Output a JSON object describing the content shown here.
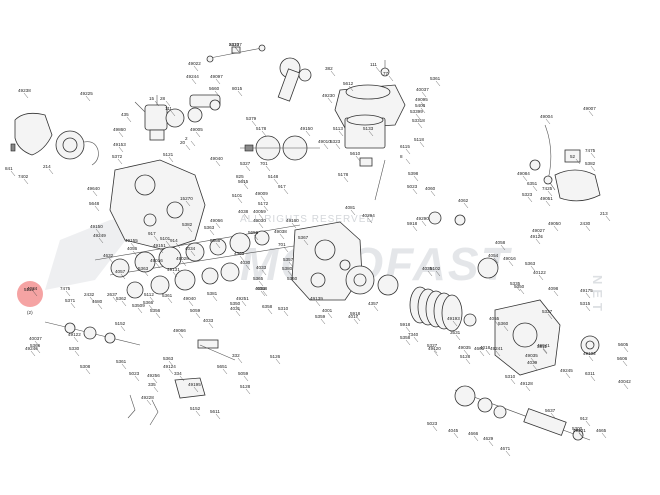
{
  "watermark": {
    "brand": "MOTOFAST",
    "suffix": "NET",
    "rights": "ALL RIGHTS RESERVED"
  },
  "highlight": {
    "label": "5112",
    "sub": "(2)",
    "color": "#f28c8c"
  },
  "labels": [
    "24107",
    "49022",
    "382",
    "111",
    "77",
    "5361",
    "49244",
    "49097",
    "5660",
    "8015",
    "5612",
    "40037",
    "49095",
    "49238",
    "49225",
    "15",
    "28",
    "111",
    "49230",
    "5400",
    "53399",
    "53318",
    "49007",
    "435",
    "5379",
    "5178",
    "49150",
    "5113",
    "5133",
    "5118",
    "49004",
    "49860",
    "49010",
    "49005",
    "49153",
    "5372",
    "2",
    "20",
    "5323",
    "6115",
    "5121",
    "8",
    "7475",
    "5327",
    "701",
    "5610",
    "52",
    "5382",
    "841",
    "7402",
    "214",
    "49040",
    "825",
    "5615",
    "5148",
    "917",
    "5178",
    "5398",
    "5023",
    "49084",
    "6351",
    "5323",
    "7425",
    "49051",
    "49050",
    "2430",
    "213",
    "49640",
    "5648",
    "15270",
    "5101",
    "49009",
    "5172",
    "40059",
    "4038",
    "49030",
    "49066",
    "5656",
    "4060",
    "4062",
    "49038",
    "49160",
    "49290",
    "4081",
    "701",
    "40294",
    "5918",
    "49150",
    "49249",
    "5382",
    "5101",
    "914",
    "917",
    "5363",
    "4058",
    "49027",
    "49124",
    "49155",
    "49151",
    "4056",
    "4034",
    "5366",
    "4363",
    "4030",
    "5367",
    "5357",
    "4632",
    "49028",
    "49016",
    "49131",
    "5363",
    "4057",
    "4033",
    "5380",
    "5360",
    "5365",
    "4054",
    "4035",
    "5102",
    "40122",
    "5363",
    "4034",
    "7475",
    "2432",
    "2637",
    "5112",
    "5371",
    "4680",
    "5362",
    "53509",
    "5361",
    "5366",
    "49040",
    "5381",
    "6358",
    "5350",
    "6358",
    "5310",
    "4357",
    "49139",
    "5918",
    "49016",
    "5335",
    "4098",
    "49175",
    "5350",
    "5059",
    "5356",
    "4033",
    "4031",
    "4053",
    "49251",
    "4001",
    "4017",
    "49193",
    "5315",
    "5359",
    "40037",
    "5918",
    "5327",
    "4055",
    "5360",
    "5366",
    "49122",
    "49066",
    "5152",
    "5358",
    "7340",
    "3531",
    "3511",
    "4018",
    "49246",
    "5330",
    "5308",
    "5361",
    "49124",
    "332",
    "5651",
    "5126",
    "49120",
    "49035",
    "5128",
    "5310",
    "49128",
    "49241",
    "49035",
    "49102",
    "6311",
    "4039",
    "49245",
    "49041",
    "5327",
    "4661",
    "5605",
    "5606",
    "40042",
    "5023",
    "49256",
    "5363",
    "5059",
    "334",
    "335",
    "49195",
    "5128",
    "49228",
    "5152",
    "5611",
    "5637",
    "912",
    "49131",
    "5023",
    "4045",
    "4666",
    "4629",
    "4671",
    "4665",
    "5300",
    "5323"
  ]
}
